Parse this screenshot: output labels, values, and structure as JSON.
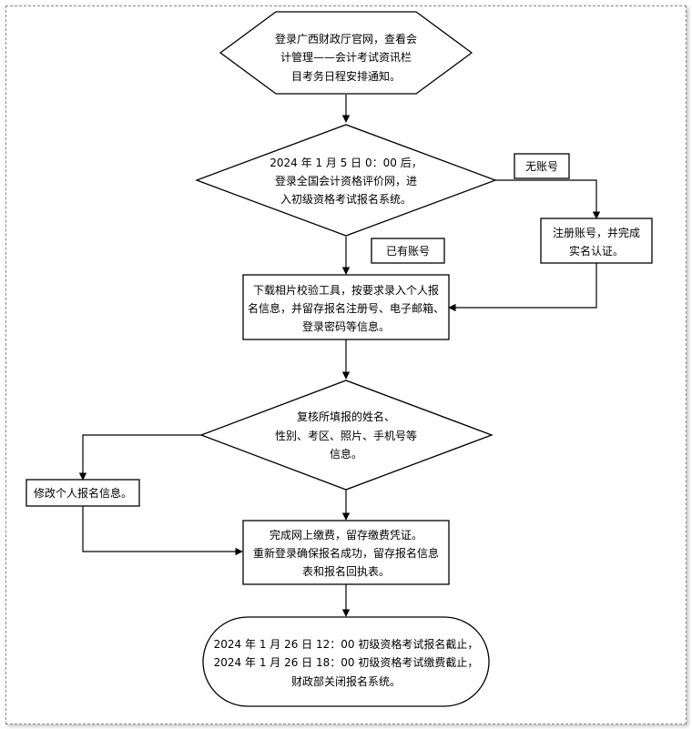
{
  "nodes": {
    "start": [
      "登录广西财政厅官网，查看会",
      "计管理——会计考试资讯栏",
      "目考务日程安排通知。"
    ],
    "decision1": [
      "2024 年 1 月 5 日 0：00 后，",
      "登录全国会计资格评价网，进",
      "入初级资格考试报名系统。"
    ],
    "register": [
      "注册账号，并完成",
      "实名认证。"
    ],
    "download": [
      "下载相片校验工具，按要求录入个人报",
      "名信息，并留存报名注册号、电子邮箱、",
      "登录密码等信息。"
    ],
    "decision2": [
      "复核所填报的姓名、",
      "性别、考区、照片、手机号等",
      "信息。"
    ],
    "modify": [
      "修改个人报名信息。"
    ],
    "pay": [
      "完成网上缴费，留存缴费凭证。",
      "重新登录确保报名成功，留存报名信息",
      "表和报名回执表。"
    ],
    "end": [
      "2024 年 1 月 26 日 12：00 初级资格考试报名截止，",
      "2024 年 1 月 26 日 18：00 初级资格考试缴费截止，",
      "财政部关闭报名系统。"
    ]
  },
  "edge_labels": {
    "no_account": "无账号",
    "has_account": "已有账号"
  }
}
